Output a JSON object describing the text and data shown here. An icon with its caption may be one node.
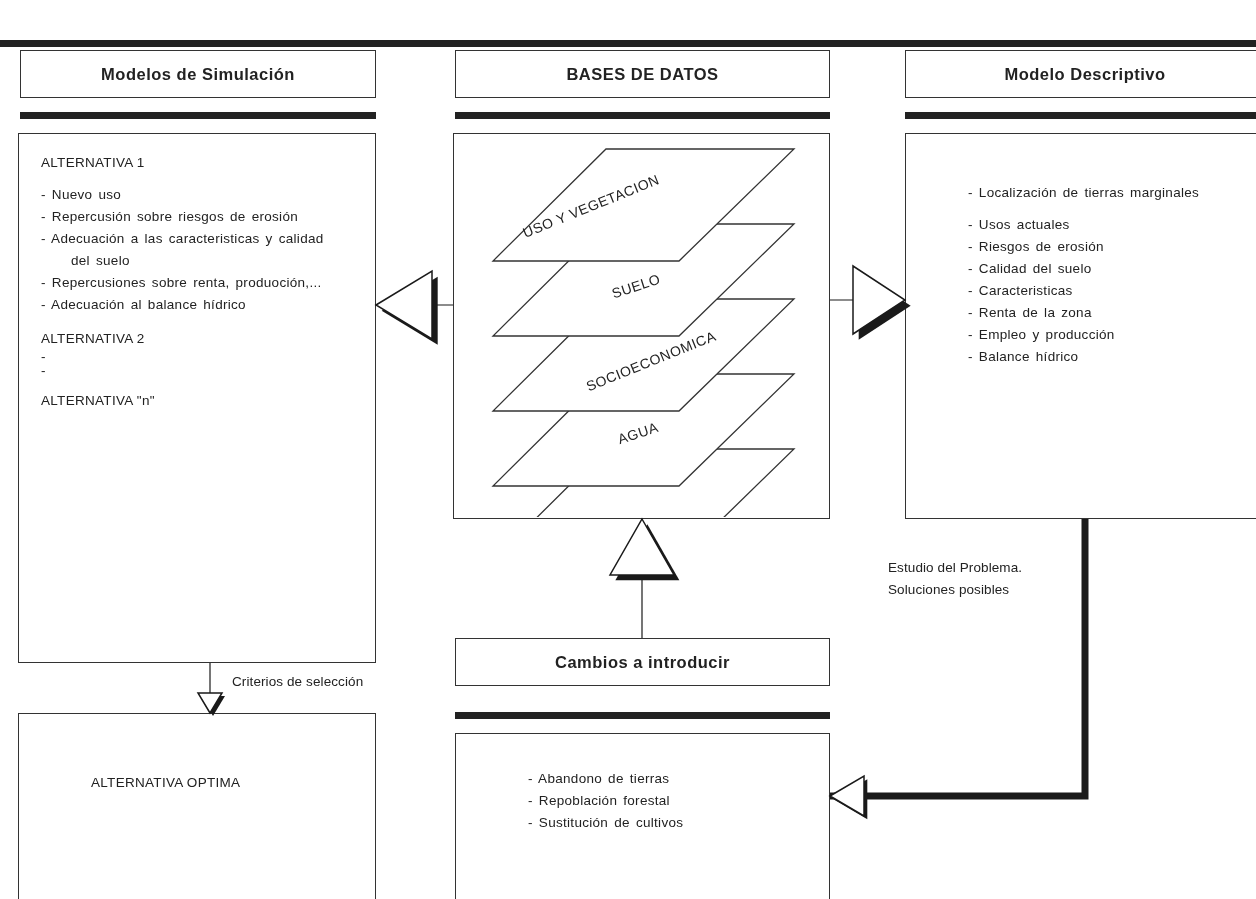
{
  "diagram": {
    "nodes": [
      {
        "text": [
          "Modelos de Simulación"
        ]
      },
      {
        "text": [
          "BASES DE DATOS"
        ]
      },
      {
        "text": [
          "Modelo Descriptivo"
        ]
      },
      {
        "text": [
          "ALTERNATIVA 1",
          "- Nuevo uso",
          "- Repercusión sobre riesgos de erosión",
          "- Adecuación a las caracteristicas y calidad del suelo",
          "- Repercusiones sobre renta, produoción,...",
          "- Adecuación al balance hídrico",
          "ALTERNATIVA 2",
          "-",
          "-",
          "ALTERNATIVA \"n\""
        ]
      },
      {
        "text": [
          "USO Y VEGETACION",
          "SUELO",
          "SOCIOECONOMICA",
          "AGUA"
        ]
      },
      {
        "text": [
          "- Localización de tierras marginales",
          "- Usos actuales",
          "- Riesgos de erosión",
          "- Calidad del suelo",
          "- Caracteristicas",
          "- Renta de la zona",
          "- Empleo y producción",
          "- Balance hídrico"
        ]
      },
      {
        "text": [
          "Cambios a introducir"
        ]
      },
      {
        "text": [
          "- Abandono de tierras",
          "- Repoblación forestal",
          "- Sustitución de cultivos"
        ]
      },
      {
        "text": [
          "ALTERNATIVA OPTIMA"
        ]
      }
    ],
    "edges": [
      {
        "from": 4,
        "to": 3,
        "arrow": "to"
      },
      {
        "from": 4,
        "to": 5,
        "arrow": "to"
      },
      {
        "from": 6,
        "to": 4,
        "arrow": "to"
      },
      {
        "from": 5,
        "to": 7,
        "arrow": "to",
        "label": "Estudio del Problema. Soluciones posibles",
        "style": "thick"
      },
      {
        "from": 3,
        "to": 8,
        "arrow": "to",
        "label": "Criterios de selección"
      }
    ]
  }
}
